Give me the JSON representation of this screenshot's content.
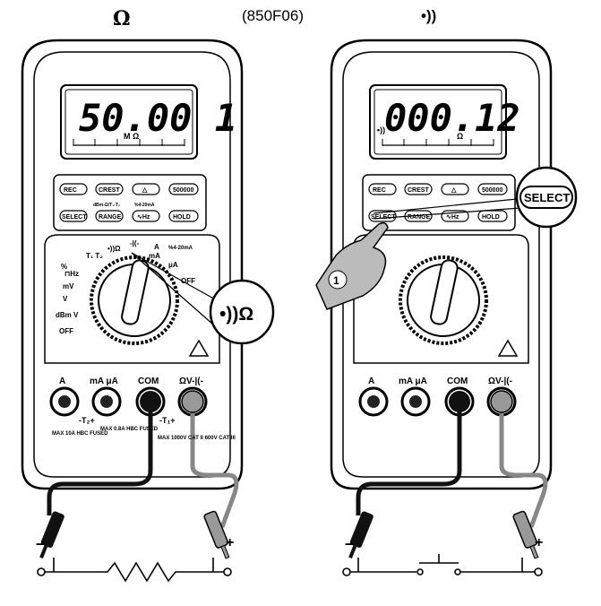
{
  "header": {
    "left_symbol": "Ω",
    "figure_id": "(850F06)",
    "right_symbol": "•))"
  },
  "left_meter": {
    "display": {
      "reading": "50.00 1",
      "unit": "M Ω",
      "indicator": ""
    },
    "callout_symbol": "•))Ω"
  },
  "right_meter": {
    "display": {
      "reading": "000.12",
      "unit": "Ω",
      "indicator": "•))"
    },
    "callout_label": "SELECT",
    "step_number": "1"
  },
  "meter_labels": {
    "buttons_row1": [
      "REC",
      "CREST",
      "△",
      "500000"
    ],
    "buttons_row2": [
      "SELECT",
      "RANGE",
      "∿Hz",
      "HOLD"
    ],
    "sub_labels": [
      "dBm-Ω/T₁-T₂",
      "%4-20mA"
    ],
    "dial": {
      "left": [
        "T₁ T₂",
        "%",
        "⊓Hz",
        "mV",
        "V",
        "dBm V",
        "OFF"
      ],
      "top": [
        "•))Ω",
        "-|(-",
        "A",
        "mA",
        "%4-20mA",
        "μA"
      ],
      "right": [
        "OFF"
      ]
    },
    "jacks": [
      "A",
      "mA μA",
      "COM",
      "ΩV-|(-"
    ],
    "jack_notes": {
      "t2": "-T₂+",
      "t1": "-T₁+",
      "a_fuse": "MAX 10A HBC FUSED",
      "ma_fuse": "MAX 0.8A HBC FUSED",
      "v_cat": "MAX 1000V CAT II 600V CAT III"
    }
  },
  "probes": {
    "negative": "–",
    "positive": "+"
  },
  "circuits": {
    "left": "resistor",
    "right": "switch"
  }
}
